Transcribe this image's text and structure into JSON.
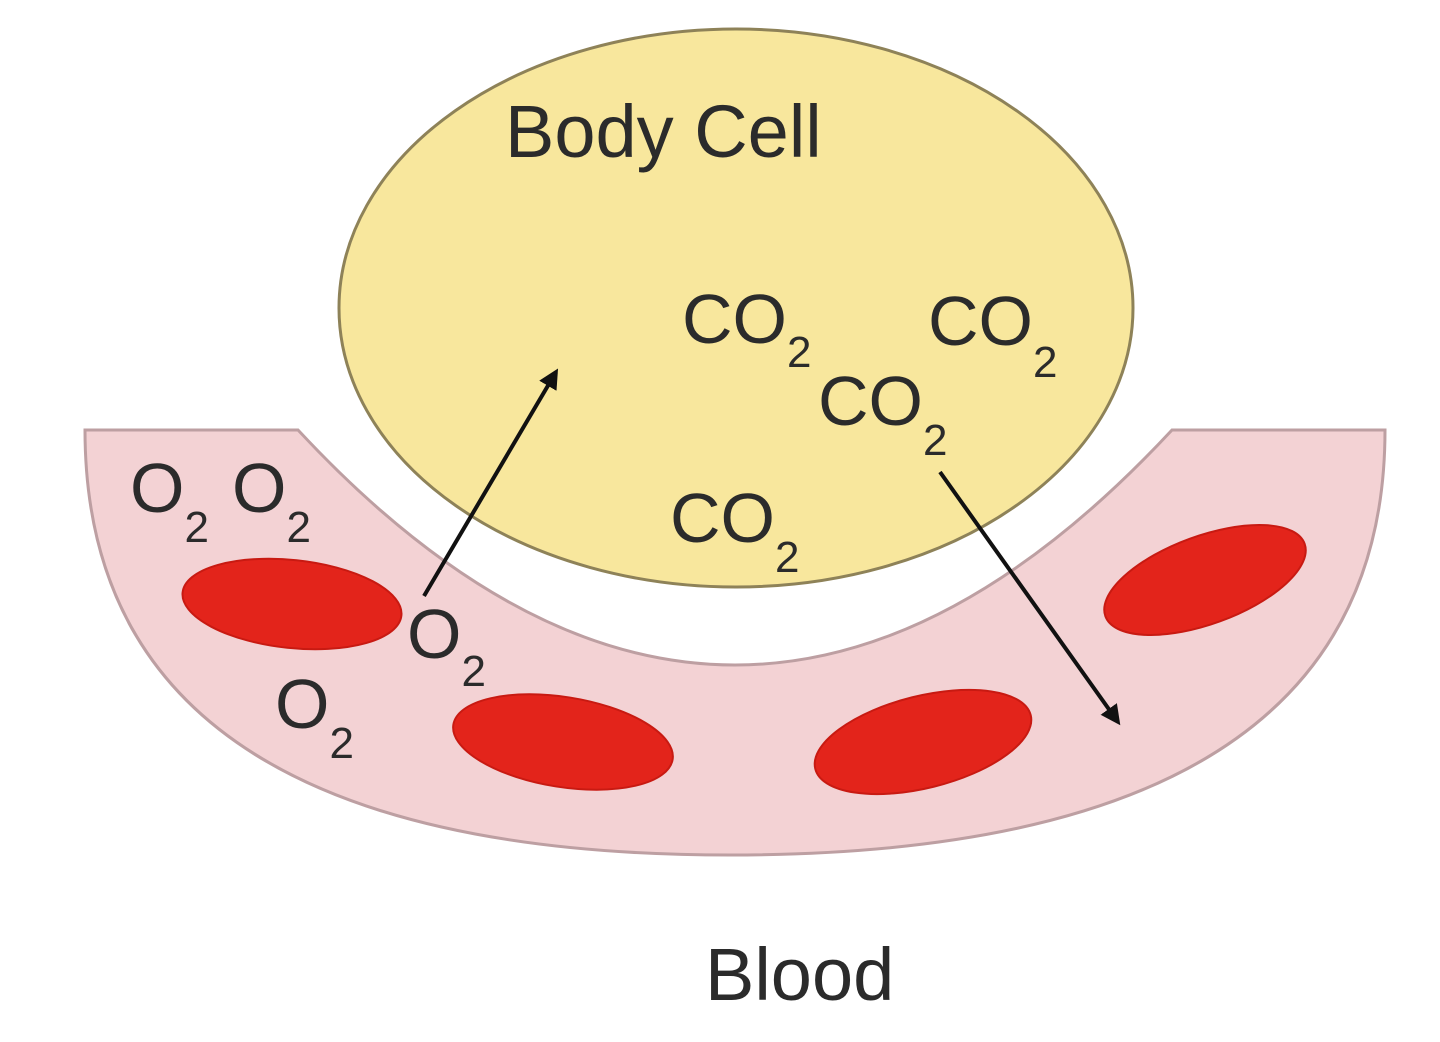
{
  "title": "Body Cell",
  "caption": "Blood",
  "molecule_base": {
    "co2": "CO",
    "o2": "O"
  },
  "subscript": "2",
  "colors": {
    "cell_fill": "#f8e79d",
    "cell_stroke": "#8e8258",
    "vessel_fill": "#f3d2d4",
    "vessel_stroke": "#bd9fa2",
    "rbc_fill": "#e3241b",
    "rbc_stroke": "#c81a12",
    "arrow": "#111111",
    "text": "#2b2b2b"
  }
}
